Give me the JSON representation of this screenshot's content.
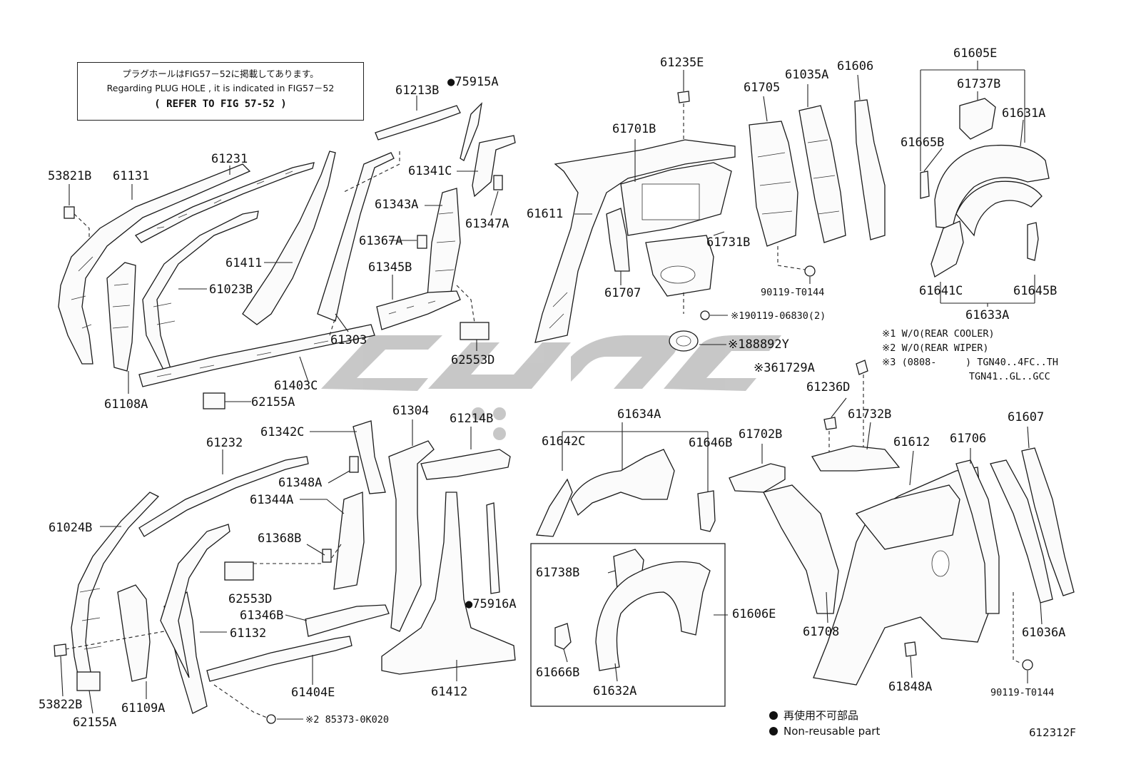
{
  "notice": {
    "japanese": "プラグホールはFIG57－52に掲載してあります。",
    "english": "Regarding PLUG HOLE , it is indicated in FIG57－52",
    "refer": "( REFER TO FIG 57-52    )"
  },
  "labels": {
    "p53821B": "53821B",
    "p61131": "61131",
    "p61231": "61231",
    "p61411": "61411",
    "p61023B": "61023B",
    "p61108A": "61108A",
    "p61403C": "61403C",
    "p62155A_top": "62155A",
    "p61303": "61303",
    "p61213B": "61213B",
    "p75915A": "●75915A",
    "p61341C": "61341C",
    "p61343A": "61343A",
    "p61347A": "61347A",
    "p61367A": "61367A",
    "p61345B": "61345B",
    "p62553D_top": "62553D",
    "p61235E": "61235E",
    "p61701B": "61701B",
    "p61611": "61611",
    "p61707": "61707",
    "p61731B": "61731B",
    "p61705": "61705",
    "p61035A": "61035A",
    "p61606": "61606",
    "p90119_top": "90119-T0144",
    "p190119": "※190119-06830(2)",
    "p188892Y": "※188892Y",
    "p61605E": "61605E",
    "p61737B": "61737B",
    "p61631A": "61631A",
    "p61665B": "61665B",
    "p61641C": "61641C",
    "p61645B": "61645B",
    "p61633A": "61633A",
    "p361729A": "※361729A",
    "p61236D": "61236D",
    "p61732B": "61732B",
    "p61612": "61612",
    "p61706": "61706",
    "p61607": "61607",
    "p61702B": "61702B",
    "p61708": "61708",
    "p61036A": "61036A",
    "p61848A": "61848A",
    "p90119_bot": "90119-T0144",
    "p61232": "61232",
    "p61024B": "61024B",
    "p61342C": "61342C",
    "p61348A": "61348A",
    "p61344A": "61344A",
    "p61368B": "61368B",
    "p62553D_bot": "62553D",
    "p61346B": "61346B",
    "p61132": "61132",
    "p61404E": "61404E",
    "p61109A": "61109A",
    "p53822B": "53822B",
    "p62155A_bot": "62155A",
    "p285373": "※2 85373-0K020",
    "p61304": "61304",
    "p61214B": "61214B",
    "p75916A": "●75916A",
    "p61412": "61412",
    "p61634A": "61634A",
    "p61642C": "61642C",
    "p61646B": "61646B",
    "p61738B": "61738B",
    "p61666B": "61666B",
    "p61632A": "61632A",
    "p61606E": "61606E"
  },
  "footnotes": {
    "n1": "※1 W/O(REAR COOLER)",
    "n2": "※2 W/O(REAR WIPER)",
    "n3": "※3 (0808-     ) TGN40..4FC..TH",
    "n3b": "               TGN41..GL..GCC"
  },
  "legend": {
    "jp": "再使用不可部品",
    "en": "Non-reusable part"
  },
  "figure_code": "612312F"
}
